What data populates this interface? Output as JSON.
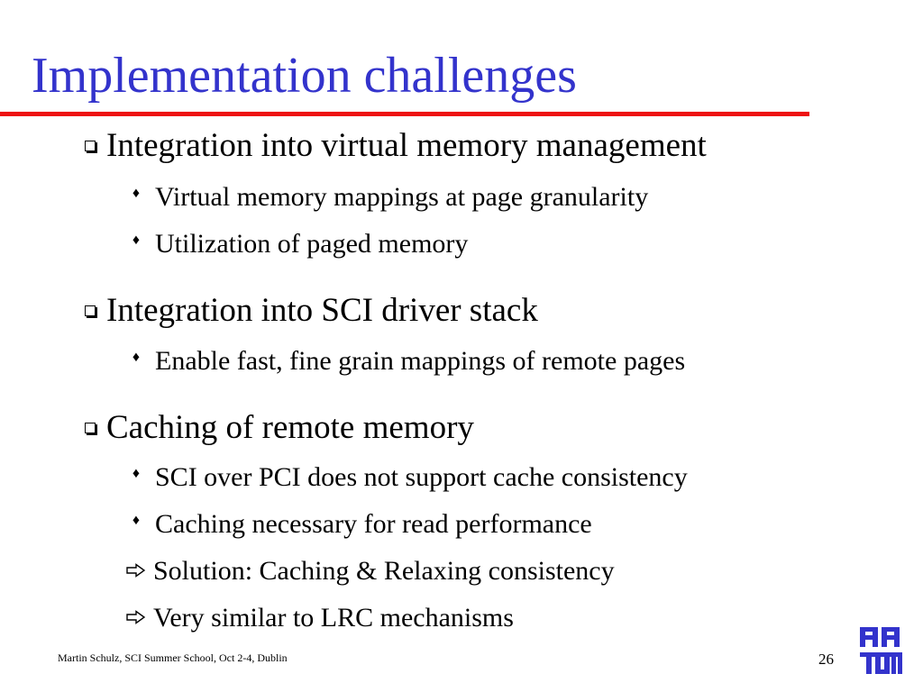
{
  "slide": {
    "title": "Implementation challenges",
    "accent_color": "#3333cc",
    "rule_color": "#ee1111",
    "items": [
      {
        "level": 1,
        "bullet": "box-icon",
        "text": "Integration into virtual memory management"
      },
      {
        "level": 2,
        "bullet": "diamond-icon",
        "text": "Virtual memory mappings at page granularity"
      },
      {
        "level": 2,
        "bullet": "diamond-icon",
        "text": "Utilization of paged memory"
      },
      {
        "level": 1,
        "bullet": "box-icon",
        "text": "Integration into SCI driver stack"
      },
      {
        "level": 2,
        "bullet": "diamond-icon",
        "text": "Enable fast, fine grain mappings of remote pages"
      },
      {
        "level": 1,
        "bullet": "box-icon",
        "text": "Caching of remote memory"
      },
      {
        "level": 2,
        "bullet": "diamond-icon",
        "text": "SCI over PCI does not support cache consistency"
      },
      {
        "level": 2,
        "bullet": "diamond-icon",
        "text": "Caching necessary for read performance"
      },
      {
        "level": 2,
        "bullet": "arrow-icon",
        "text": "Solution: Caching & Relaxing consistency"
      },
      {
        "level": 2,
        "bullet": "arrow-icon",
        "text": "Very similar to LRC mechanisms"
      }
    ],
    "footer": "Martin Schulz, SCI Summer School, Oct 2-4, Dublin",
    "page_number": "26",
    "logo": "tum-logo"
  }
}
